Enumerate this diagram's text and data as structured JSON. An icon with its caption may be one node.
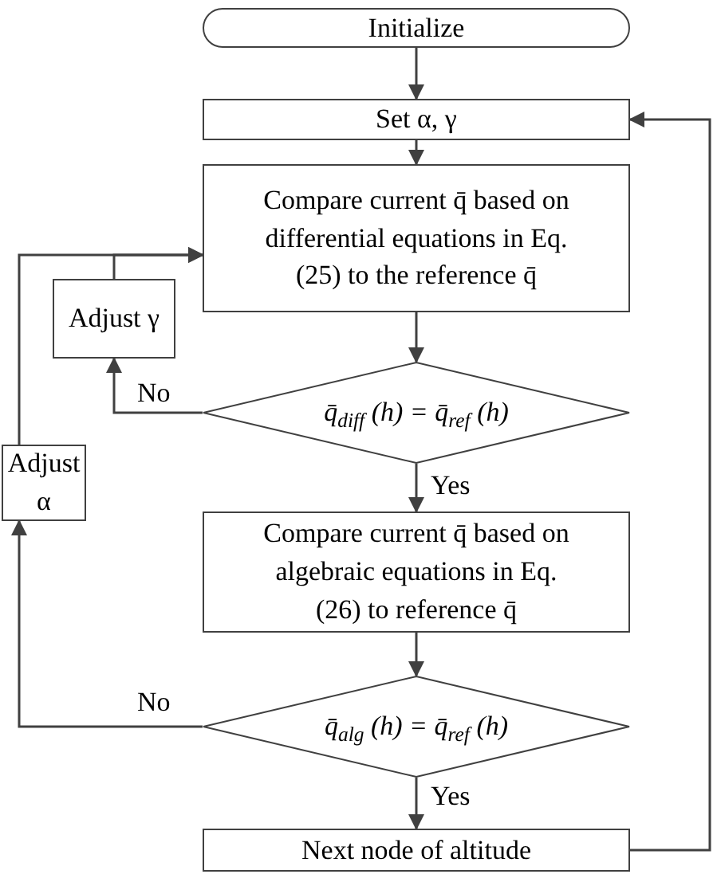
{
  "diagram": {
    "nodes": [
      {
        "text": [
          "Initialize"
        ]
      },
      {
        "text": [
          "Set α, γ"
        ]
      },
      {
        "text": [
          "Compare current q̄ based on differential equations in Eq. (25) to the reference q̄"
        ]
      },
      {
        "text": [
          "Adjust γ"
        ]
      },
      {
        "text": [
          "q̄$_{diff}$ (h) = q̄$_{ref}$ (h)"
        ]
      },
      {
        "text": [
          "Adjust α"
        ]
      },
      {
        "text": [
          "Compare current q̄ based on algebraic equations in Eq. (26) to reference q̄"
        ]
      },
      {
        "text": [
          "q̄$_{alg}$ (h) = q̄$_{ref}$ (h)"
        ]
      },
      {
        "text": [
          "Next node of altitude"
        ]
      }
    ],
    "edges": [
      {
        "from": 0,
        "to": 1,
        "arrow": "to"
      },
      {
        "from": 1,
        "to": 2,
        "arrow": "to"
      },
      {
        "from": 2,
        "to": 4,
        "arrow": "to"
      },
      {
        "from": 4,
        "to": 3,
        "arrow": "to",
        "label": "No"
      },
      {
        "from": 3,
        "to": 2,
        "arrow": "to"
      },
      {
        "from": 5,
        "to": 2,
        "arrow": "to"
      },
      {
        "from": 4,
        "to": 6,
        "arrow": "to",
        "label": "Yes"
      },
      {
        "from": 6,
        "to": 7,
        "arrow": "to"
      },
      {
        "from": 7,
        "to": 5,
        "arrow": "to",
        "label": "No"
      },
      {
        "from": 7,
        "to": 8,
        "arrow": "to",
        "label": "Yes"
      },
      {
        "from": 8,
        "to": 1,
        "arrow": "to"
      }
    ]
  }
}
